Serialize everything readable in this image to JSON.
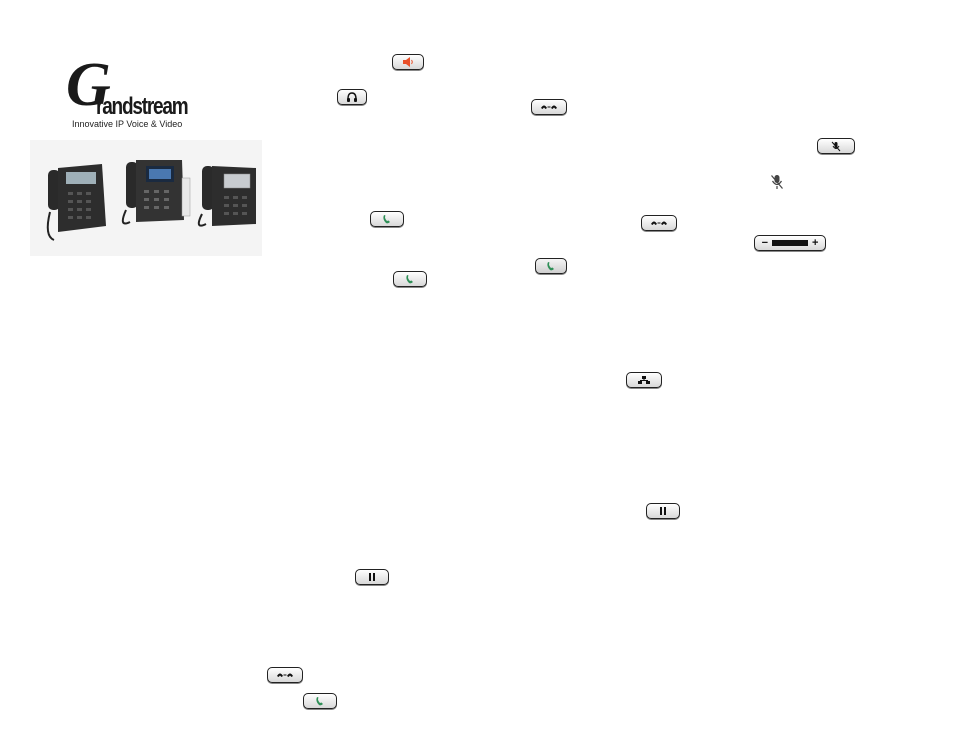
{
  "logo": {
    "initial": "G",
    "word": "randstream",
    "tagline": "Innovative IP Voice & Video"
  },
  "colors": {
    "speaker_icon": "#e8502a",
    "call_icon": "#2f8f57",
    "key_border": "#222222"
  },
  "keys": [
    {
      "id": "speaker",
      "icon": "speaker-icon"
    },
    {
      "id": "headset",
      "icon": "headset-icon"
    },
    {
      "id": "transfer",
      "icon": "transfer-icon"
    },
    {
      "id": "mute",
      "icon": "mute-icon"
    },
    {
      "id": "mute-indicator",
      "icon": "mute-mic-icon"
    },
    {
      "id": "send",
      "icon": "handset-icon"
    },
    {
      "id": "volume",
      "icon": "volume-icon",
      "labels": [
        "−",
        "+"
      ]
    },
    {
      "id": "conference",
      "icon": "conference-icon"
    },
    {
      "id": "hold",
      "icon": "hold-icon"
    }
  ]
}
